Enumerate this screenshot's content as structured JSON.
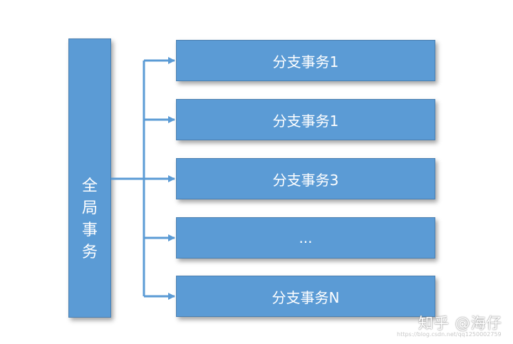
{
  "global": {
    "label": "全\n局\n事\n务"
  },
  "branches": [
    {
      "label": "分支事务1"
    },
    {
      "label": "分支事务1"
    },
    {
      "label": "分支事务3"
    },
    {
      "label": "..."
    },
    {
      "label": "分支事务N"
    }
  ],
  "watermark": {
    "text": "知乎 @海仔",
    "url": "https://blog.csdn.net/qq1250002759"
  },
  "colors": {
    "box_fill": "#5b9bd5",
    "connector": "#5b9bd5",
    "text": "#ffffff"
  }
}
